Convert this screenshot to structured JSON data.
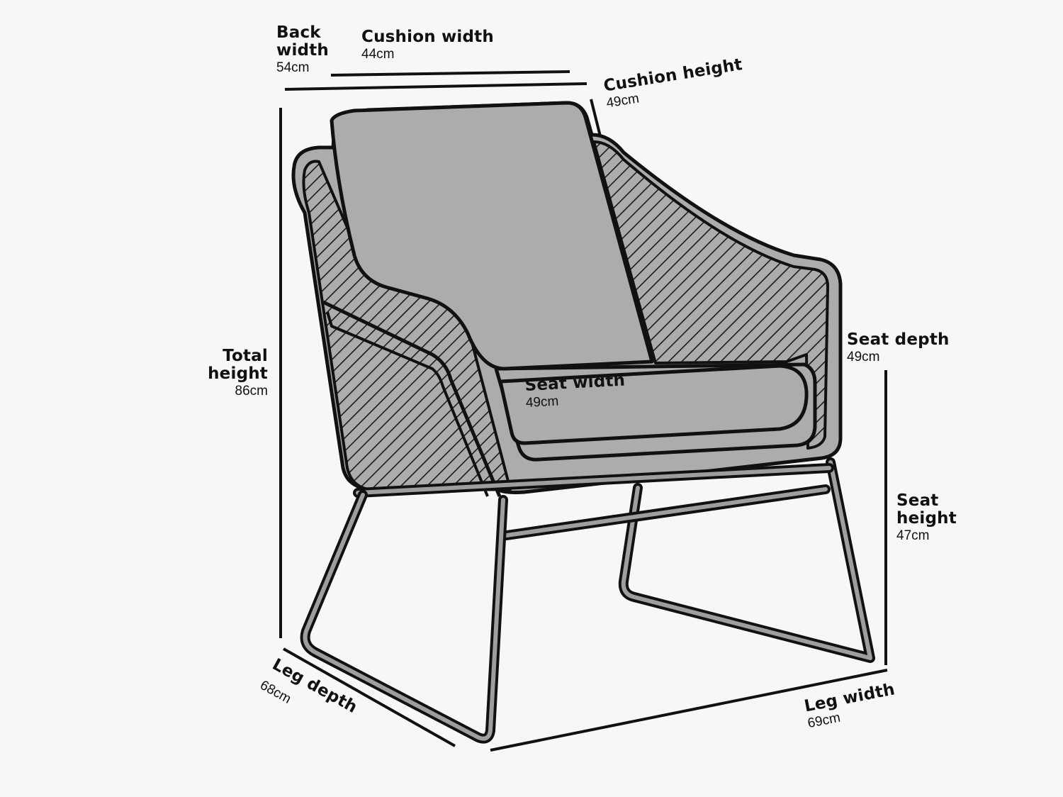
{
  "diagram": {
    "subject": "Armchair dimensions",
    "colors": {
      "background": "#f7f7f5",
      "fill": "#acacac",
      "frame": "#9e9e9e",
      "outline": "#111111",
      "hatch": "#1a1a1a"
    },
    "dimensions": {
      "back_width": {
        "label": "Back width",
        "label_line1": "Back",
        "label_line2": "width",
        "value": "54cm"
      },
      "cushion_width": {
        "label": "Cushion width",
        "value": "44cm"
      },
      "cushion_height": {
        "label": "Cushion height",
        "value": "49cm"
      },
      "total_height": {
        "label": "Total height",
        "label_line1": "Total",
        "label_line2": "height",
        "value": "86cm"
      },
      "seat_depth": {
        "label": "Seat depth",
        "value": "49cm"
      },
      "seat_width": {
        "label": "Seat width",
        "value": "49cm"
      },
      "seat_height": {
        "label": "Seat height",
        "label_line1": "Seat",
        "label_line2": "height",
        "value": "47cm"
      },
      "leg_depth": {
        "label": "Leg depth",
        "value": "68cm"
      },
      "leg_width": {
        "label": "Leg width",
        "value": "69cm"
      }
    }
  }
}
